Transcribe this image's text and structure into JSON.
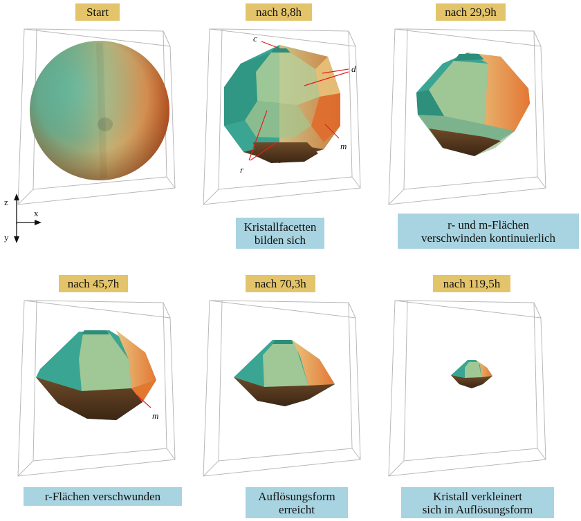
{
  "panels": [
    {
      "title": "Start",
      "caption": []
    },
    {
      "title": "nach 8,8h",
      "caption": [
        "Kristallfacetten",
        "bilden sich"
      ]
    },
    {
      "title": "nach 29,9h",
      "caption": [
        "r- und m-Flächen",
        "verschwinden kontinuierlich"
      ]
    },
    {
      "title": "nach 45,7h",
      "caption": [
        "r-Flächen verschwunden"
      ]
    },
    {
      "title": "nach 70,3h",
      "caption": [
        "Auflösungsform",
        "erreicht"
      ]
    },
    {
      "title": "nach 119,5h",
      "caption": [
        "Kristall verkleinert",
        "sich in Auflösungsform"
      ]
    }
  ],
  "face_labels": {
    "c": "c",
    "d": "d",
    "m": "m",
    "r": "r"
  },
  "axes": {
    "z": "z",
    "x": "x",
    "y": "y"
  },
  "colors": {
    "title_bg": "#e3c46a",
    "caption_bg": "#a8d3e0",
    "teal": "#3aa592",
    "light": "#a9c690",
    "orange": "#e07c3a",
    "bottom": "#5a3c20",
    "label_line": "#e02020"
  }
}
